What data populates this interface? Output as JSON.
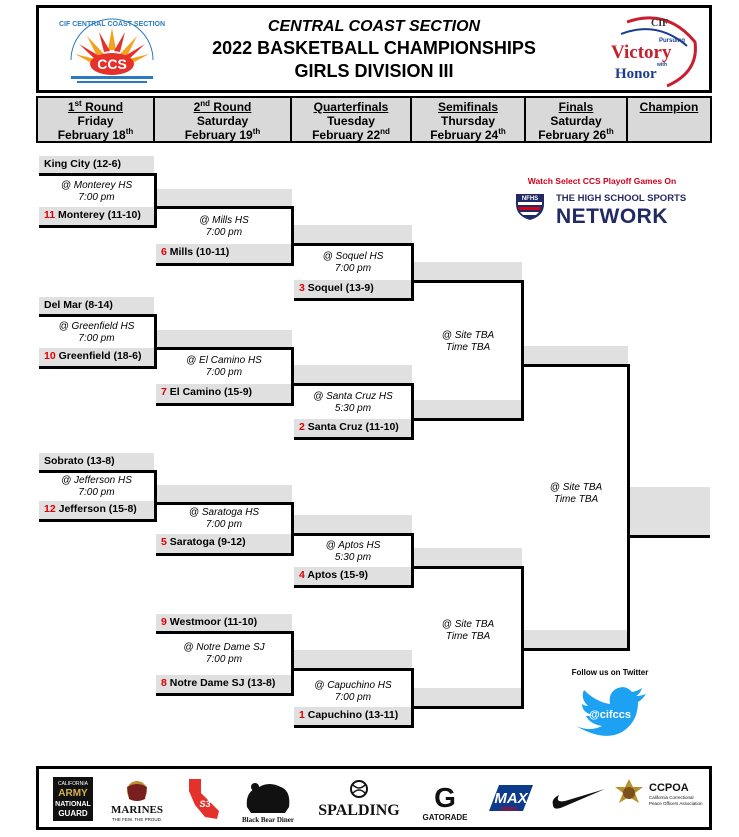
{
  "header": {
    "section": "CENTRAL COAST SECTION",
    "event": "2022 BASKETBALL CHAMPIONSHIPS",
    "division": "GIRLS DIVISION III",
    "ccs_logo_text": "CCS",
    "ccs_logo_ring": "CIF CENTRAL COAST SECTION",
    "cif_logo_lines": [
      "CIF",
      "Pursuing",
      "Victory",
      "with",
      "Honor"
    ]
  },
  "rounds": [
    {
      "name": "1",
      "sup": "st",
      "suffix": " Round",
      "day": "Friday",
      "date": "February 18",
      "date_sup": "th"
    },
    {
      "name": "2",
      "sup": "nd",
      "suffix": " Round",
      "day": "Saturday",
      "date": "February 19",
      "date_sup": "th"
    },
    {
      "name": "Quarterfinals",
      "sup": "",
      "suffix": "",
      "day": "Tuesday",
      "date": "February 22",
      "date_sup": "nd"
    },
    {
      "name": "Semifinals",
      "sup": "",
      "suffix": "",
      "day": "Thursday",
      "date": "February 24",
      "date_sup": "th"
    },
    {
      "name": "Finals",
      "sup": "",
      "suffix": "",
      "day": "Saturday",
      "date": "February 26",
      "date_sup": "th"
    },
    {
      "name": "Champion",
      "sup": "",
      "suffix": "",
      "day": "",
      "date": "",
      "date_sup": ""
    }
  ],
  "teams": {
    "king_city": {
      "seed": "",
      "name": "King City (12-6)"
    },
    "monterey": {
      "seed": "11",
      "name": " Monterey (11-10)"
    },
    "mills": {
      "seed": "6",
      "name": " Mills (10-11)"
    },
    "del_mar": {
      "seed": "",
      "name": "Del Mar (8-14)"
    },
    "greenfield": {
      "seed": "10",
      "name": " Greenfield (18-6)"
    },
    "el_camino": {
      "seed": "7",
      "name": " El Camino (15-9)"
    },
    "soquel": {
      "seed": "3",
      "name": " Soquel (13-9)"
    },
    "santa_cruz": {
      "seed": "2",
      "name": " Santa Cruz (11-10)"
    },
    "sobrato": {
      "seed": "",
      "name": "Sobrato (13-8)"
    },
    "jefferson": {
      "seed": "12",
      "name": " Jefferson (15-8)"
    },
    "saratoga": {
      "seed": "5",
      "name": " Saratoga (9-12)"
    },
    "aptos": {
      "seed": "4",
      "name": " Aptos (15-9)"
    },
    "westmoor": {
      "seed": "9",
      "name": " Westmoor (11-10)"
    },
    "notre_dame": {
      "seed": "8",
      "name": " Notre Dame SJ (13-8)"
    },
    "capuchino": {
      "seed": "1",
      "name": " Capuchino (13-11)"
    }
  },
  "venues": {
    "g1": {
      "site": "@ Monterey HS",
      "time": "7:00 pm"
    },
    "g2": {
      "site": "@ Greenfield HS",
      "time": "7:00 pm"
    },
    "g3": {
      "site": "@ Jefferson HS",
      "time": "7:00 pm"
    },
    "g4": {
      "site": "@ Mills HS",
      "time": "7:00 pm"
    },
    "g5": {
      "site": "@ El Camino HS",
      "time": "7:00 pm"
    },
    "g6": {
      "site": "@ Saratoga HS",
      "time": "7:00 pm"
    },
    "g7": {
      "site": "@ Notre Dame SJ",
      "time": "7:00 pm"
    },
    "q1": {
      "site": "@ Soquel HS",
      "time": "7:00 pm"
    },
    "q2": {
      "site": "@ Santa Cruz HS",
      "time": "5:30 pm"
    },
    "q3": {
      "site": "@ Aptos HS",
      "time": "5:30 pm"
    },
    "q4": {
      "site": "@ Capuchino HS",
      "time": "7:00 pm"
    },
    "s1": {
      "site": "@ Site TBA",
      "time": "Time TBA"
    },
    "s2": {
      "site": "@ Site TBA",
      "time": "Time TBA"
    },
    "f1": {
      "site": "@ Site TBA",
      "time": "Time TBA"
    }
  },
  "nfhs": {
    "caption": "Watch Select CCS Playoff Games On",
    "logo": "NFHS",
    "line1": "THE HIGH SCHOOL SPORTS",
    "line2": "NETWORK"
  },
  "twitter": {
    "caption": "Follow us on Twitter",
    "handle": "@cifccs"
  },
  "sponsors": {
    "guard": [
      "CALIFORNIA",
      "ARMY",
      "NATIONAL",
      "GUARD"
    ],
    "marines": "MARINES",
    "marines_tag": "THE FEW. THE PROUD.",
    "s3": "S3",
    "bear": "Black Bear Diner",
    "spalding": "SPALDING",
    "gatorade_g": "G",
    "gatorade": "GATORADE",
    "maxpreps": "MAX",
    "maxpreps_sub": "PREPS",
    "ccpoa": "CCPOA",
    "ccpoa_sub1": "California Correctional",
    "ccpoa_sub2": "Peace Officers Association"
  },
  "colors": {
    "seed": "#e00000",
    "box_gray": "#e0e0e0",
    "header_gray": "#d9d9d9",
    "nfhs_blue": "#222a63",
    "twitter_blue": "#1da1f2"
  }
}
